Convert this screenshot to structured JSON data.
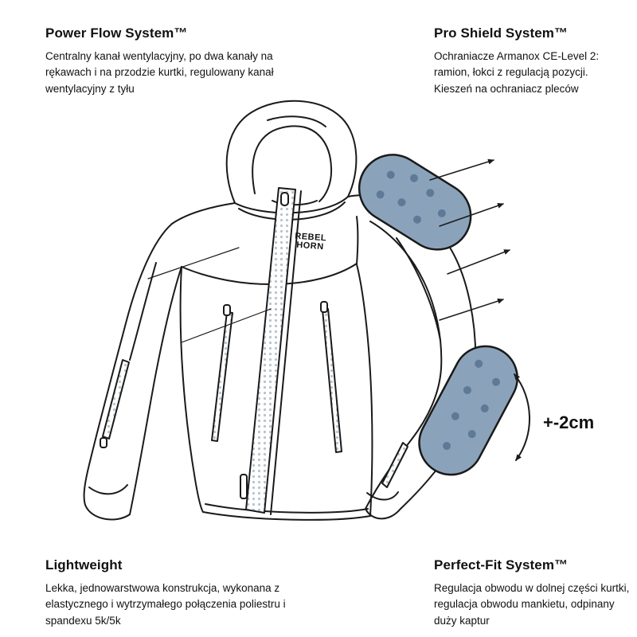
{
  "features": {
    "power_flow": {
      "title": "Power Flow System™",
      "description": "Centralny kanał wentylacyjny, po dwa kanały na rękawach i na przodzie kurtki, regulowany kanał wentylacyjny z tyłu"
    },
    "pro_shield": {
      "title": "Pro Shield System™",
      "description": "Ochraniacze Armanox CE-Level 2: ramion, łokci z regulacją pozycji. Kieszeń na ochraniacz pleców"
    },
    "lightweight": {
      "title": "Lightweight",
      "description": "Lekka, jednowarstwowa konstrukcja, wykonana z elastycznego i wytrzymałego połączenia poliestru i spandexu 5k/5k"
    },
    "perfect_fit": {
      "title": "Perfect-Fit System™",
      "description": "Regulacja obwodu w dolnej części kurtki, regulacja obwodu mankietu, odpinany duży kaptur"
    }
  },
  "annotations": {
    "elbow_adjustment": "+-2cm"
  },
  "brand": {
    "logo_line1": "REBEL",
    "logo_line2": "HORN"
  },
  "colors": {
    "line": "#1a1a1a",
    "protector_fill": "#8ba3ba",
    "protector_dot": "#5e7a96",
    "zipper_dot": "#b9c4cc",
    "background": "#ffffff"
  }
}
